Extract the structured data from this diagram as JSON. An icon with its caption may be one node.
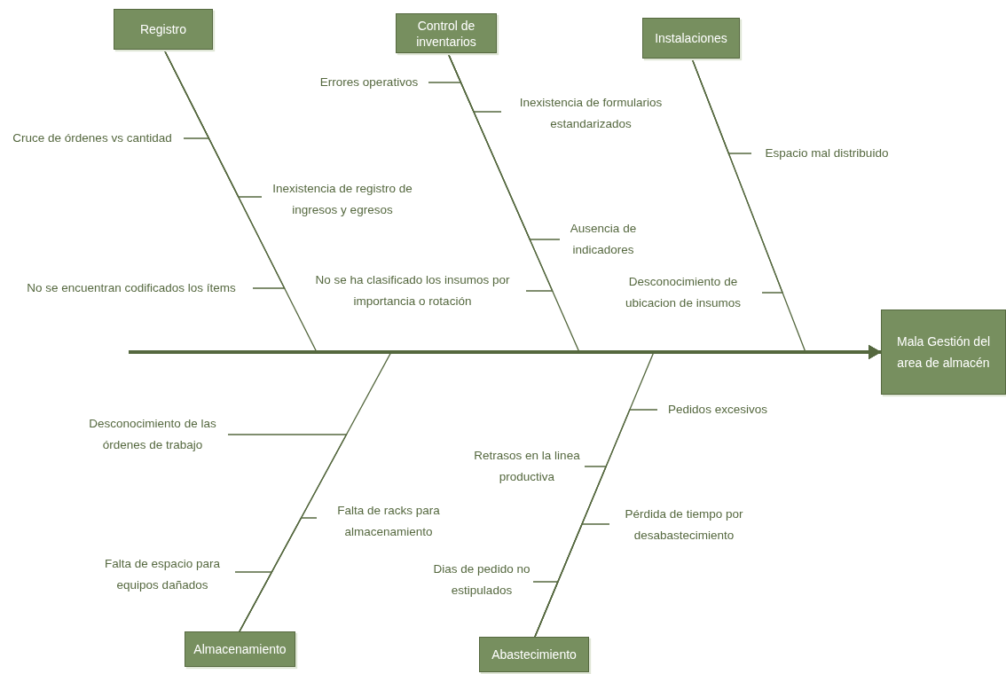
{
  "diagram": {
    "nodes": [
      {
        "text": [
          "Registro"
        ]
      },
      {
        "text": [
          "Control de inventarios"
        ]
      },
      {
        "text": [
          "Instalaciones"
        ]
      },
      {
        "text": [
          "Mala Gestión del area de almacén"
        ]
      },
      {
        "text": [
          "Almacenamiento"
        ]
      },
      {
        "text": [
          "Abastecimiento"
        ]
      },
      {
        "text": [
          "Cruce de órdenes vs cantidad"
        ]
      },
      {
        "text": [
          "Inexistencia de registro de ingresos y egresos"
        ]
      },
      {
        "text": [
          "No se encuentran codificados los ítems"
        ]
      },
      {
        "text": [
          "Errores operativos"
        ]
      },
      {
        "text": [
          "Inexistencia de formularios estandarizados"
        ]
      },
      {
        "text": [
          "Ausencia de indicadores"
        ]
      },
      {
        "text": [
          "No se ha clasificado los insumos por importancia o rotación"
        ]
      },
      {
        "text": [
          "Espacio mal distribuido"
        ]
      },
      {
        "text": [
          "Desconocimiento de ubicacion de insumos"
        ]
      },
      {
        "text": [
          "Desconocimiento de las órdenes de trabajo"
        ]
      },
      {
        "text": [
          "Falta de racks para almacenamiento"
        ]
      },
      {
        "text": [
          "Falta de espacio para equipos dañados"
        ]
      },
      {
        "text": [
          "Pedidos excesivos"
        ]
      },
      {
        "text": [
          "Retrasos en la linea productiva"
        ]
      },
      {
        "text": [
          "Pérdida de tiempo por desabastecimiento"
        ]
      },
      {
        "text": [
          "Dias de pedido no estipulados"
        ]
      }
    ],
    "edges": [
      {
        "from": null,
        "to": 3,
        "arrow": "to",
        "style": "thick"
      },
      {
        "from": 0,
        "to": 3,
        "arrow": "to"
      },
      {
        "from": 1,
        "to": 3,
        "arrow": "to"
      },
      {
        "from": 2,
        "to": 3,
        "arrow": "to"
      },
      {
        "from": 4,
        "to": 3,
        "arrow": "to"
      },
      {
        "from": 5,
        "to": 3,
        "arrow": "to"
      },
      {
        "from": 6,
        "to": 0,
        "arrow": "none"
      },
      {
        "from": 7,
        "to": 0,
        "arrow": "none"
      },
      {
        "from": 8,
        "to": 0,
        "arrow": "none"
      },
      {
        "from": 9,
        "to": 1,
        "arrow": "none"
      },
      {
        "from": 10,
        "to": 1,
        "arrow": "none"
      },
      {
        "from": 11,
        "to": 1,
        "arrow": "none"
      },
      {
        "from": 12,
        "to": 1,
        "arrow": "none"
      },
      {
        "from": 13,
        "to": 2,
        "arrow": "none"
      },
      {
        "from": 14,
        "to": 2,
        "arrow": "none"
      },
      {
        "from": 15,
        "to": 4,
        "arrow": "none"
      },
      {
        "from": 16,
        "to": 4,
        "arrow": "none"
      },
      {
        "from": 17,
        "to": 4,
        "arrow": "none"
      },
      {
        "from": 18,
        "to": 5,
        "arrow": "none"
      },
      {
        "from": 19,
        "to": 5,
        "arrow": "none"
      },
      {
        "from": 20,
        "to": 5,
        "arrow": "none"
      },
      {
        "from": 21,
        "to": 5,
        "arrow": "none"
      }
    ]
  }
}
